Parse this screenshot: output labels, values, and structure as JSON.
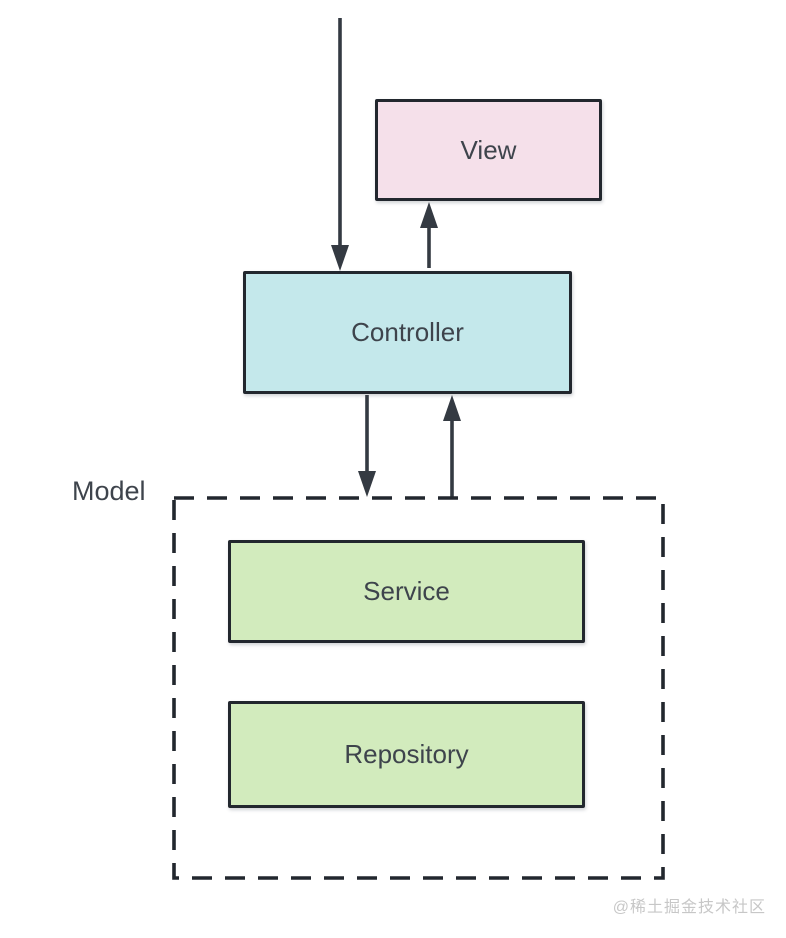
{
  "colors": {
    "background": "#ffffff",
    "border": "#22272e",
    "arrow": "#343a42",
    "label": "#3e444c",
    "watermark_text": "#c7c7c7",
    "view_fill": "#f5e0ea",
    "controller_fill": "#c4e8eb",
    "service_fill": "#d2ebbd",
    "repository_fill": "#d2ebbd"
  },
  "nodes": {
    "view": {
      "label": "View"
    },
    "controller": {
      "label": "Controller"
    },
    "service": {
      "label": "Service"
    },
    "repository": {
      "label": "Repository"
    }
  },
  "group": {
    "label": "Model"
  },
  "watermark": {
    "text": "@稀土掘金技术社区"
  }
}
